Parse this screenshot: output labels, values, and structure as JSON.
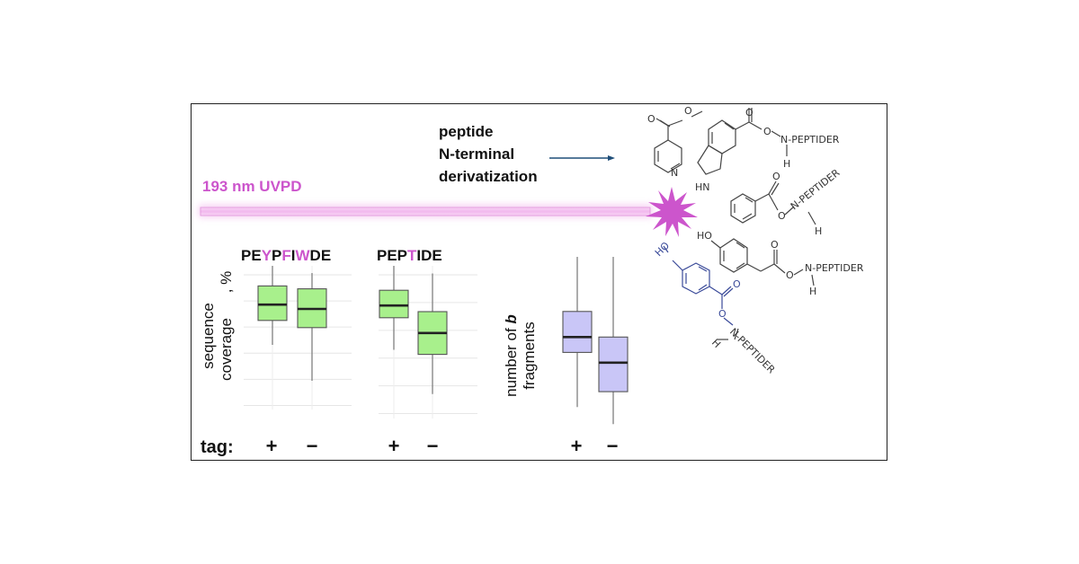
{
  "annotation": {
    "line1": "peptide",
    "line2": "N-terminal",
    "line3": "derivatization"
  },
  "laser": {
    "label": "193 nm UVPD",
    "color": "#cc55cc"
  },
  "sequences": {
    "seq1": [
      {
        "t": "PE",
        "highlight": false
      },
      {
        "t": "Y",
        "highlight": true
      },
      {
        "t": "P",
        "highlight": false
      },
      {
        "t": "F",
        "highlight": true
      },
      {
        "t": "I",
        "highlight": false
      },
      {
        "t": "W",
        "highlight": true
      },
      {
        "t": "DE",
        "highlight": false
      }
    ],
    "seq2": [
      {
        "t": "PEP",
        "highlight": false
      },
      {
        "t": "T",
        "highlight": true
      },
      {
        "t": "IDE",
        "highlight": false
      }
    ],
    "highlight_color": "#cc55cc"
  },
  "axis_labels": {
    "coverage_line1": "sequence",
    "coverage_line2": "coverage",
    "coverage_unit": ", %",
    "fragments_line1": "number of",
    "fragments_b": "b",
    "fragments_line2": "fragments"
  },
  "tag_row": {
    "label": "tag:",
    "plus": "+",
    "minus": "−"
  },
  "chemistry": {
    "peptide_label": "N-PEPTIDER",
    "h_label": "H",
    "n_label": "N",
    "o_label": "O",
    "hn_label": "HN",
    "ho_label": "HO",
    "blue_color": "#3a4a99"
  },
  "chart_data": [
    {
      "type": "box",
      "title": "PEYPFIWDE",
      "categories": [
        "+",
        "−"
      ],
      "color": "#a8f08c",
      "boxes": [
        {
          "whisker_low": 0.55,
          "q1": 0.38,
          "median": 0.27,
          "q3": 0.14,
          "whisker_high": 0.0
        },
        {
          "whisker_low": 0.8,
          "q1": 0.43,
          "median": 0.3,
          "q3": 0.16,
          "whisker_high": 0.05
        }
      ]
    },
    {
      "type": "box",
      "title": "PEPTIDE",
      "categories": [
        "+",
        "−"
      ],
      "color": "#a8f08c",
      "boxes": [
        {
          "whisker_low": 0.55,
          "q1": 0.34,
          "median": 0.26,
          "q3": 0.16,
          "whisker_high": 0.0
        },
        {
          "whisker_low": 0.84,
          "q1": 0.58,
          "median": 0.44,
          "q3": 0.3,
          "whisker_high": 0.05
        }
      ]
    },
    {
      "type": "box",
      "title": "",
      "categories": [
        "+",
        "−"
      ],
      "color": "#c9c6f7",
      "boxes": [
        {
          "whisker_low": 0.88,
          "q1": 0.56,
          "median": 0.47,
          "q3": 0.32,
          "whisker_high": 0.0
        },
        {
          "whisker_low": 0.98,
          "q1": 0.79,
          "median": 0.62,
          "q3": 0.47,
          "whisker_high": 0.0
        }
      ]
    }
  ]
}
